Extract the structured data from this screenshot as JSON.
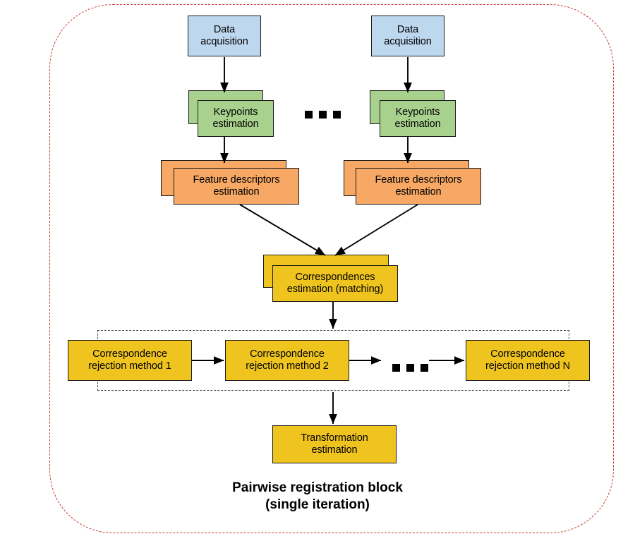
{
  "diagram": {
    "title": "Pairwise registration block",
    "subtitle": "(single iteration)",
    "frame_color": "#c0392b",
    "colors": {
      "data_acquisition": "#bdd7ee",
      "keypoints": "#a9d18e",
      "feature_descriptors": "#f6a864",
      "correspondences": "#efc41f",
      "group_border": "#4d4d4d",
      "node_border": "#1a1a1a"
    },
    "nodes": {
      "data_acquisition_left": "Data\nacquisition",
      "data_acquisition_left_l1": "Data",
      "data_acquisition_left_l2": "acquisition",
      "data_acquisition_right_l1": "Data",
      "data_acquisition_right_l2": "acquisition",
      "keypoints_left_l1": "Keypoints",
      "keypoints_left_l2": "estimation",
      "keypoints_right_l1": "Keypoints",
      "keypoints_right_l2": "estimation",
      "descriptors_left_l1": "Feature descriptors",
      "descriptors_left_l2": "estimation",
      "descriptors_right_l1": "Feature descriptors",
      "descriptors_right_l2": "estimation",
      "correspondences_l1": "Correspondences",
      "correspondences_l2": "estimation (matching)",
      "rejection_1_l1": "Correspondence",
      "rejection_1_l2": "rejection method 1",
      "rejection_2_l1": "Correspondence",
      "rejection_2_l2": "rejection method 2",
      "rejection_n_l1": "Correspondence",
      "rejection_n_l2": "rejection method N",
      "transformation_l1": "Transformation",
      "transformation_l2": "estimation"
    },
    "ellipsis_symbol": "■ ■ ■"
  }
}
